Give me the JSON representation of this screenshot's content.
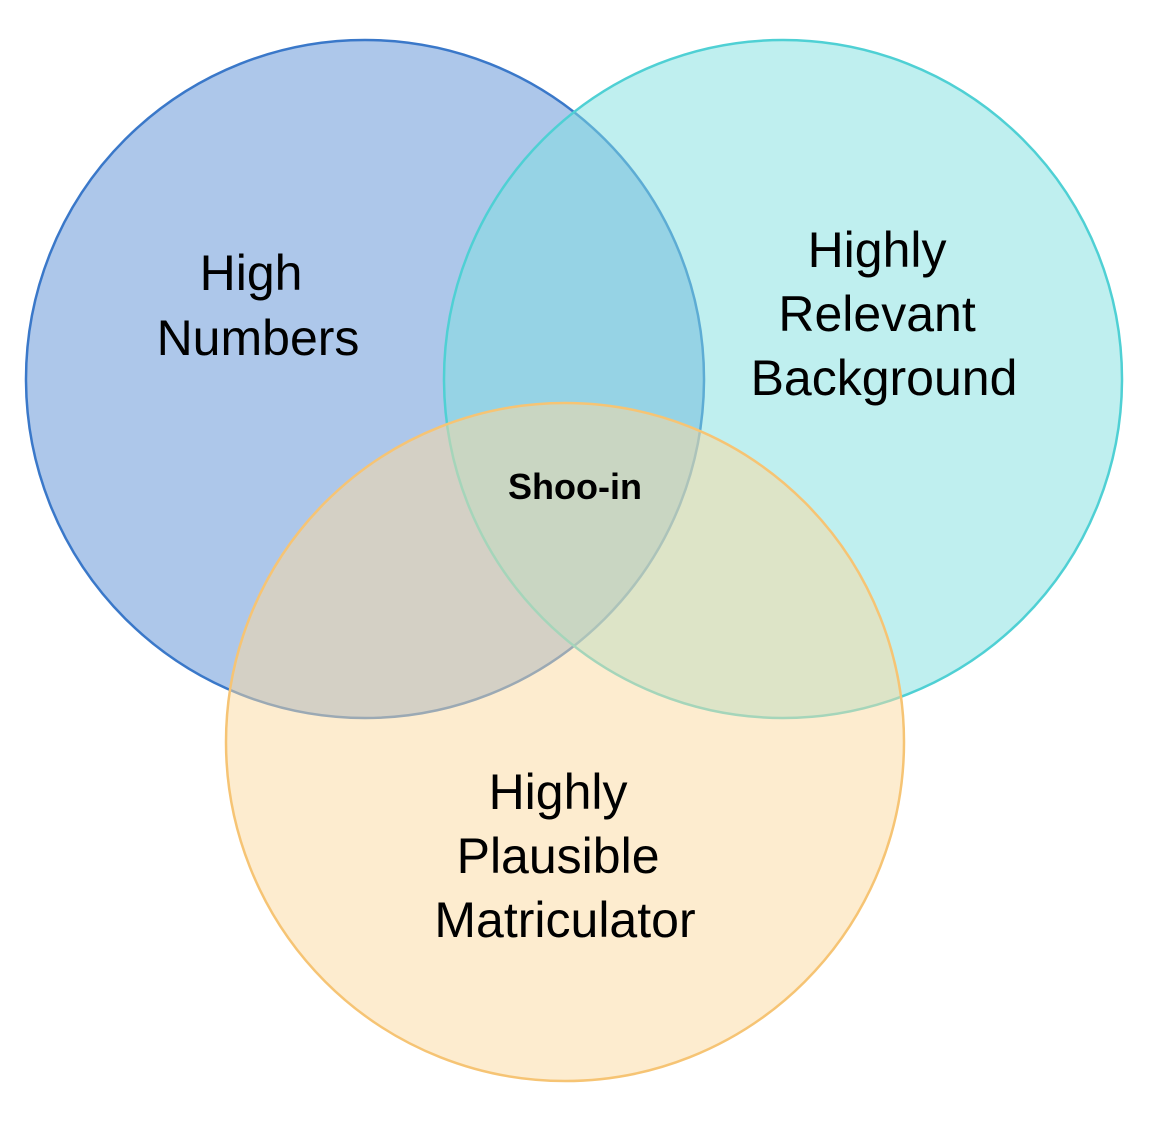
{
  "diagram": {
    "circles": [
      {
        "id": "numbers",
        "label_lines": [
          "High",
          "Numbers"
        ],
        "fill": "#5b8fd6",
        "stroke": "#3a78c9"
      },
      {
        "id": "background",
        "label_lines": [
          "Highly",
          "Relevant",
          "Background"
        ],
        "fill": "#7fdfe0",
        "stroke": "#4fd0d4"
      },
      {
        "id": "matriculator",
        "label_lines": [
          "Highly",
          "Plausible",
          "Matriculator"
        ],
        "fill": "#fcd9a0",
        "stroke": "#f6c474"
      }
    ],
    "center_label": "Shoo-in"
  }
}
